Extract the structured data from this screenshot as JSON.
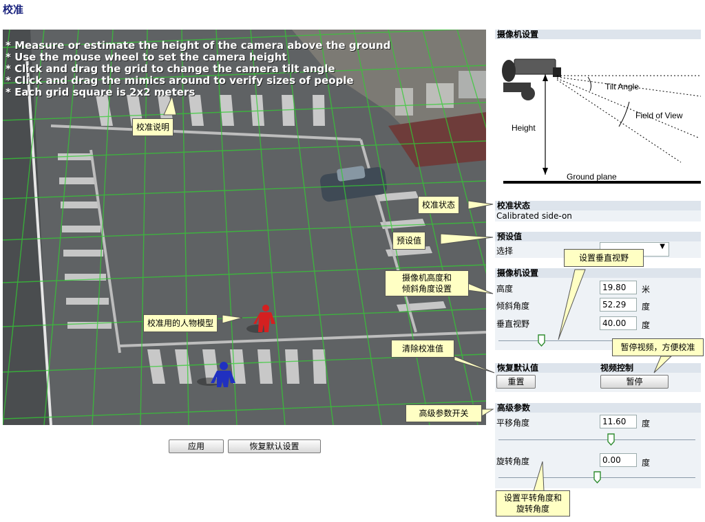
{
  "page": {
    "title": "校准"
  },
  "video": {
    "instructions": [
      "* Measure or estimate the height of the camera above the ground",
      "* Use the mouse wheel to set the camera height",
      "* Click and drag the grid to change the camera tilt angle",
      "* Click and drag the mimics around to verify sizes of people",
      "* Each grid square is 2x2 meters"
    ]
  },
  "buttons": {
    "apply": "应用",
    "restore_defaults": "恢复默认设置"
  },
  "panel": {
    "camera_setup_header": "摄像机设置",
    "diagram": {
      "tilt_angle": "Tilt Angle",
      "field_of_view": "Field of View",
      "height": "Height",
      "ground_plane": "Ground plane"
    },
    "status_header": "校准状态",
    "status_text": "Calibrated side-on",
    "preset_header": "预设值",
    "preset_label": "选择",
    "preset_value": "",
    "camera_params_header": "摄像机设置",
    "height_label": "高度",
    "height_value": "19.80",
    "height_unit": "米",
    "tilt_label": "倾斜角度",
    "tilt_value": "52.29",
    "tilt_unit": "度",
    "vfov_label": "垂直视野",
    "vfov_value": "40.00",
    "vfov_unit": "度",
    "vfov_slider": 0.22,
    "reset_header": "恢复默认值",
    "reset_button": "重置",
    "video_ctrl_header": "视频控制",
    "pause_button": "暂停",
    "advanced_header": "高级参数",
    "pan_label": "平移角度",
    "pan_value": "11.60",
    "pan_unit": "度",
    "pan_slider": 0.57,
    "roll_label": "旋转角度",
    "roll_value": "0.00",
    "roll_unit": "度",
    "roll_slider": 0.5
  },
  "callouts": {
    "instructions": "校准说明",
    "status": "校准状态",
    "preset": "预设值",
    "camera_height_tilt": [
      "摄像机高度和",
      "倾斜角度设置"
    ],
    "set_vfov": "设置垂直视野",
    "mimics": "校准用的人物模型",
    "clear": "清除校准值",
    "pause_video": "暂停视频，方便校准",
    "advanced_toggle": "高级参数开关",
    "pan_roll": [
      "设置平转角度和",
      "旋转角度"
    ]
  },
  "colors": {
    "grid": "#33cc33",
    "mimic_red": "#d42020",
    "mimic_blue": "#2030c0",
    "title": "#1a237e",
    "section_header": "#dde4ec"
  }
}
